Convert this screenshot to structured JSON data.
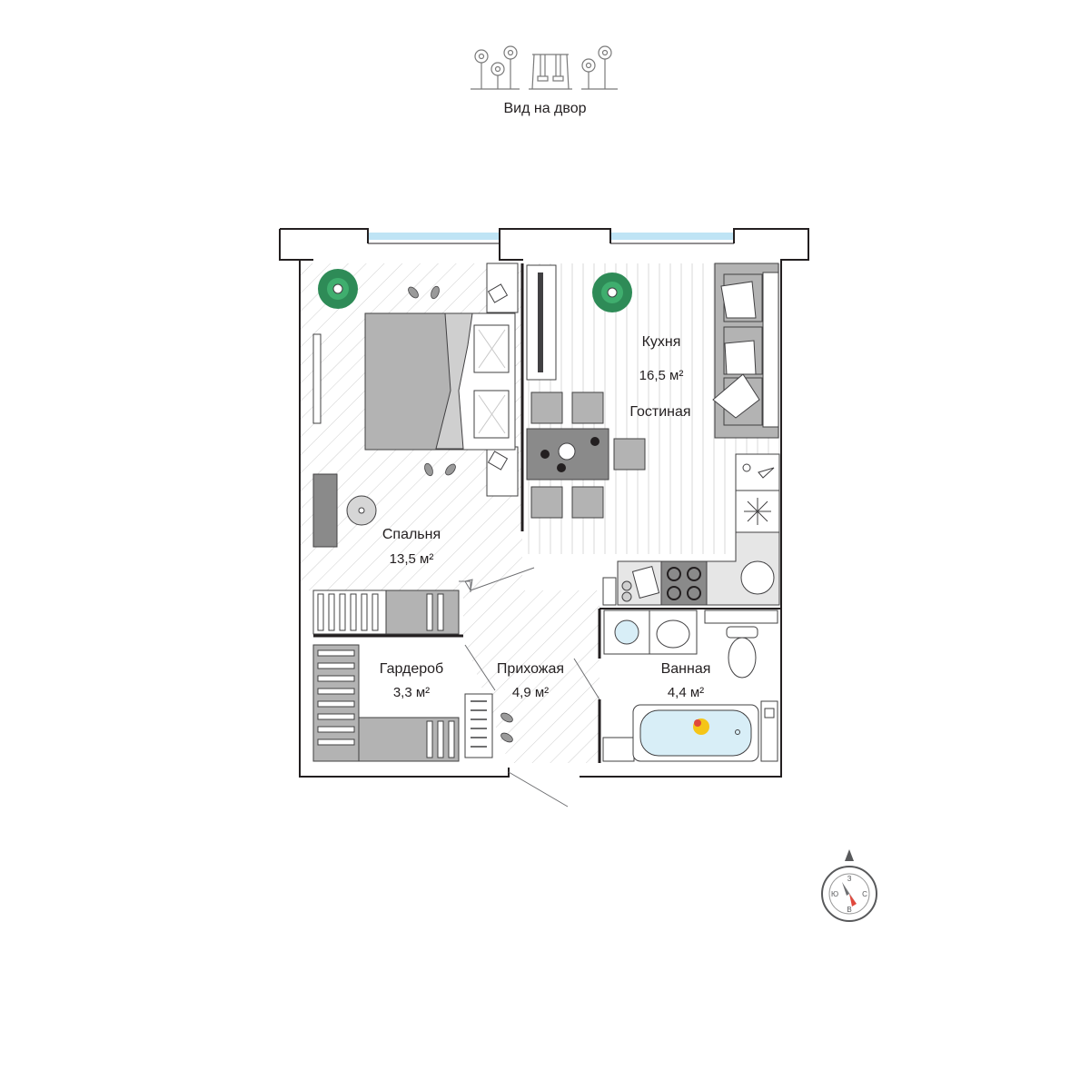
{
  "header": {
    "view_label": "Вид на двор"
  },
  "rooms": {
    "kitchen": {
      "name": "Кухня",
      "area": "16,5 м²",
      "subname": "Гостиная"
    },
    "bedroom": {
      "name": "Спальня",
      "area": "13,5 м²"
    },
    "wardrobe": {
      "name": "Гардероб",
      "area": "3,3 м²"
    },
    "hallway": {
      "name": "Прихожая",
      "area": "4,9 м²"
    },
    "bathroom": {
      "name": "Ванная",
      "area": "4,4 м²"
    }
  },
  "compass": {
    "north": "З",
    "south": "В",
    "west": "Ю",
    "east": "С"
  },
  "colors": {
    "wall": "#231f20",
    "window": "#bfe4f5",
    "plant": "#2e8b57",
    "furniture_gray": "#b3b3b3",
    "furniture_dark": "#8a8a8a",
    "bath_water": "#d8eef7",
    "duck": "#f5c518",
    "compass_needle": "#e0483d"
  },
  "icons": [
    "flowers-icon",
    "swing-icon",
    "plant-icon",
    "compass-icon"
  ]
}
